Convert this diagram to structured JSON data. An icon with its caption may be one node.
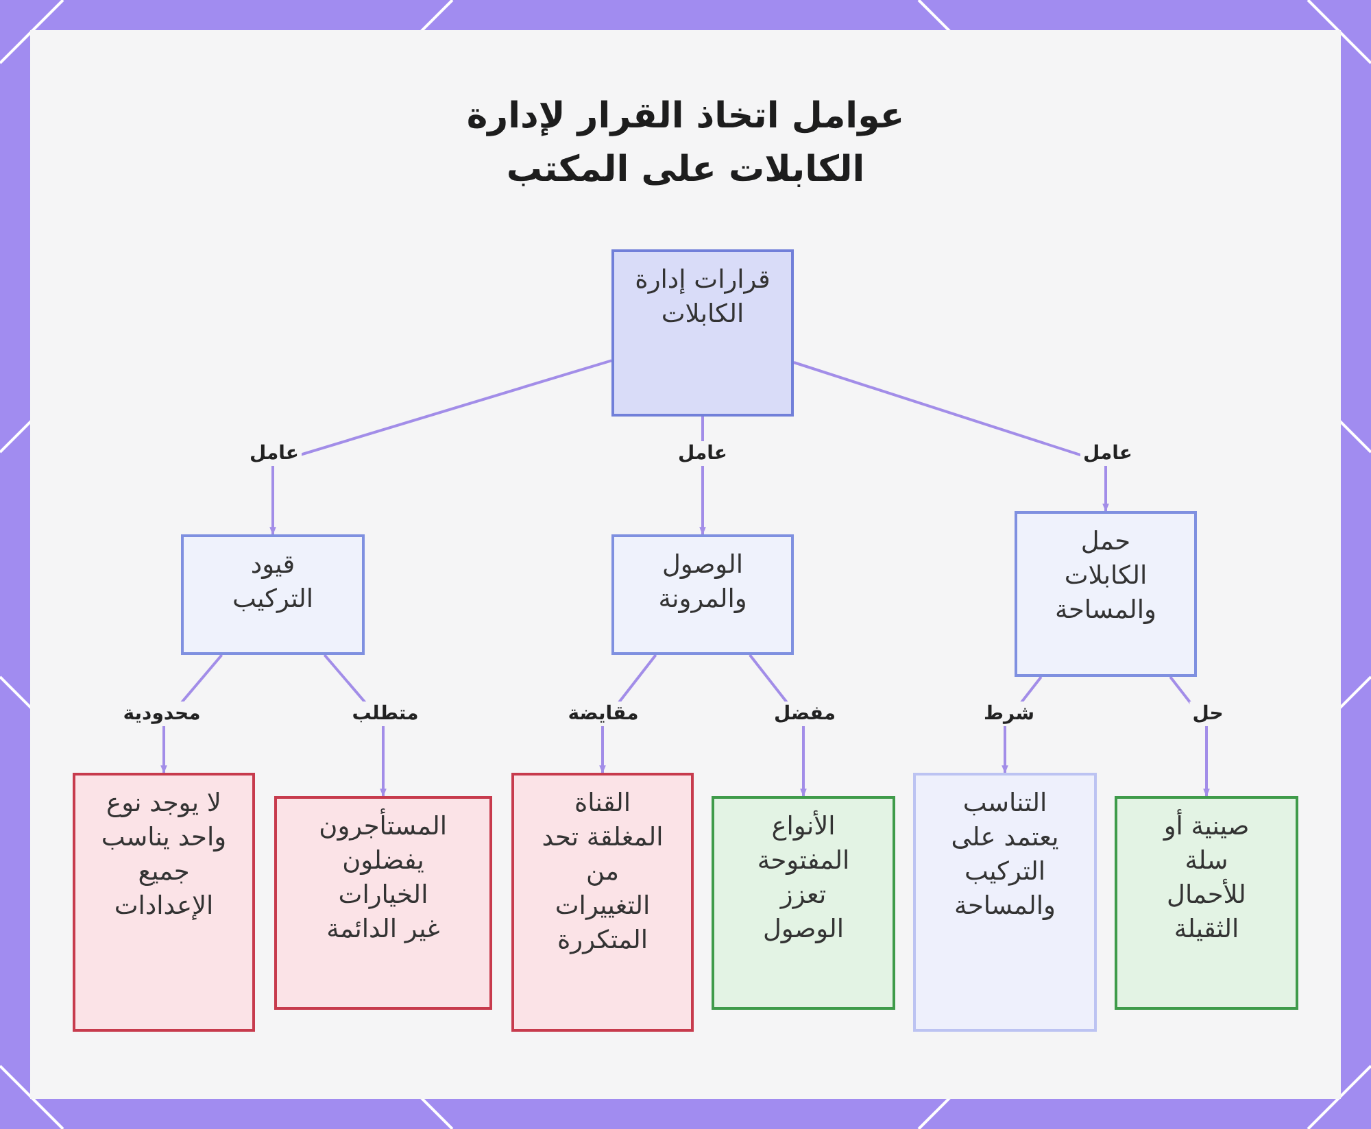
{
  "diagram": {
    "title": "عوامل اتخاذ القرار لإدارة الكابلات على المكتب",
    "nodes": [
      {
        "text": [
          "قرارات إدارة الكابلات"
        ]
      },
      {
        "text": [
          "حمل الكابلات والمساحة"
        ]
      },
      {
        "text": [
          "الوصول والمرونة"
        ]
      },
      {
        "text": [
          "قيود التركيب"
        ]
      },
      {
        "text": [
          "صينية أو سلة للأحمال الثقيلة"
        ]
      },
      {
        "text": [
          "التناسب يعتمد على التركيب والمساحة"
        ]
      },
      {
        "text": [
          "الأنواع المفتوحة تعزز الوصول"
        ]
      },
      {
        "text": [
          "القناة المغلقة تحد من التغييرات المتكررة"
        ]
      },
      {
        "text": [
          "المستأجرون يفضلون الخيارات غير الدائمة"
        ]
      },
      {
        "text": [
          "لا يوجد نوع واحد يناسب جميع الإعدادات"
        ]
      }
    ],
    "edges": [
      {
        "from": 0,
        "to": 1,
        "arrow": "to",
        "label": "عامل"
      },
      {
        "from": 0,
        "to": 2,
        "arrow": "to",
        "label": "عامل"
      },
      {
        "from": 0,
        "to": 3,
        "arrow": "to",
        "label": "عامل"
      },
      {
        "from": 1,
        "to": 4,
        "arrow": "to",
        "label": "حل"
      },
      {
        "from": 1,
        "to": 5,
        "arrow": "to",
        "label": "شرط"
      },
      {
        "from": 2,
        "to": 6,
        "arrow": "to",
        "label": "مفضل"
      },
      {
        "from": 2,
        "to": 7,
        "arrow": "to",
        "label": "مقايضة"
      },
      {
        "from": 3,
        "to": 8,
        "arrow": "to",
        "label": "متطلب"
      },
      {
        "from": 3,
        "to": 9,
        "arrow": "to",
        "label": "محدودية"
      }
    ]
  }
}
